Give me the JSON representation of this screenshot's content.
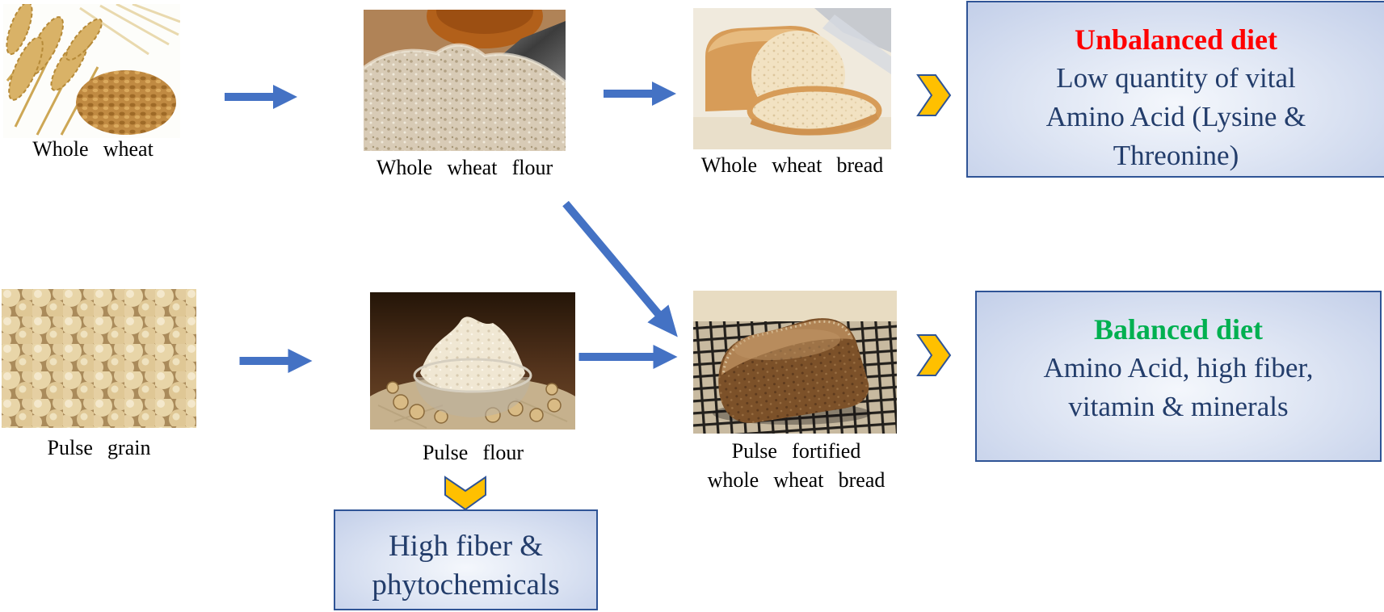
{
  "figure": {
    "top_row": {
      "wheat_label": "Whole wheat",
      "flour_label": "Whole wheat flour",
      "bread_label": "Whole wheat bread",
      "outcome": {
        "title": "Unbalanced diet",
        "lines": [
          "Low quantity of vital",
          "Amino Acid (Lysine &",
          "Threonine)"
        ]
      }
    },
    "bottom_row": {
      "grain_label": "Pulse grain",
      "flour_label": "Pulse flour",
      "bread_label_lines": [
        "Pulse fortified",
        "whole wheat bread"
      ],
      "outcome": {
        "title": "Balanced diet",
        "lines": [
          "Amino Acid, high fiber,",
          "vitamin & minerals"
        ]
      }
    },
    "callout": {
      "lines": [
        "High fiber &",
        "phytochemicals"
      ]
    },
    "icons": {
      "right_arrow": "block-arrow-right",
      "diagonal_arrow": "block-arrow-diagonal-down-right",
      "chevron_right": "chevron-right",
      "chevron_down": "chevron-down"
    },
    "colors": {
      "arrow_blue": "#4472C4",
      "chevron_gold": "#FFC000",
      "box_border": "#2F5496",
      "box_text": "#233D6B",
      "unbalanced_title": "#FF0000",
      "balanced_title": "#00B050",
      "label_text": "#000000"
    }
  }
}
